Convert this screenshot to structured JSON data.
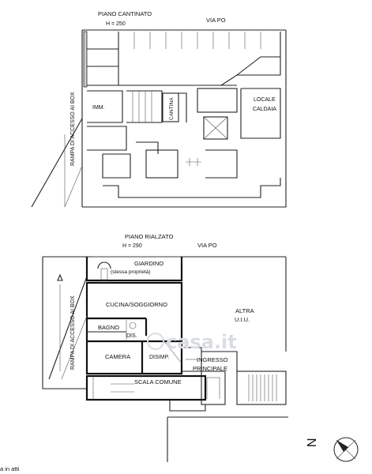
{
  "basement": {
    "title": "PIANO CANTINATO",
    "height": "H = 250",
    "street": "VIA PO",
    "ramp": "RAMPA DI ACCESSO AI BOX",
    "rooms": {
      "imm": "IMM.",
      "cantina": "CANTINA",
      "locale": "LOCALE",
      "caldaia": "CALDAIA"
    }
  },
  "ground": {
    "title": "PIANO RIALZATO",
    "height": "H = 290",
    "street": "VIA PO",
    "ramp": "RAMPA DI ACCESSO AI BOX",
    "rooms": {
      "giardino": "GIARDINO",
      "giardino_note": "(stessa proprietà)",
      "cucina": "CUCINA/SOGGIORNO",
      "bagno": "BAGNO",
      "dis": "DIS.",
      "camera": "CAMERA",
      "disimp": "DISIMP.",
      "altra1": "ALTRA",
      "altra2": "U.I.U.",
      "ingresso1": "INGRESSO",
      "ingresso2": "PRINCIPALE",
      "scala": "SCALA COMUNE"
    }
  },
  "watermark": "casa.it",
  "footer_note": "a in atti",
  "north_label": "N"
}
